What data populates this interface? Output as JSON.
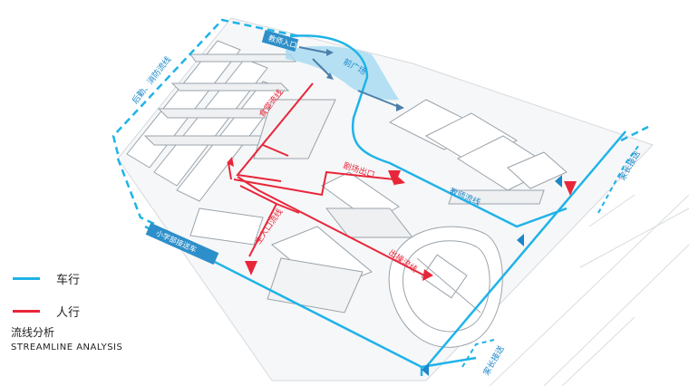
{
  "legend": {
    "car": {
      "label": "车行",
      "color": "#1fb3e8"
    },
    "pedestrian": {
      "label": "人行",
      "color": "#e8263a"
    }
  },
  "title": {
    "cn": "流线分析",
    "en": "STREAMLINE  ANALYSIS"
  },
  "labels": {
    "fire_route": "后勤、消防流线",
    "teacher_entrance": "教师入口",
    "front_plaza": "前广场",
    "cafeteria_route": "食堂流线",
    "theater_entrance": "剧场出口",
    "teacher_route": "教师流线",
    "main_entrance_route": "主入口流线",
    "exit_route": "出操流线",
    "pickup_road": "小学部接送车",
    "parent_pickup_1": "家长接送",
    "parent_pickup_2": "家长接送"
  },
  "colors": {
    "car": "#1fb3e8",
    "pedestrian": "#e8263a",
    "building_line": "#9aa3ab",
    "plaza": "#9fd8f2",
    "label_box": "#2d8fc9"
  }
}
